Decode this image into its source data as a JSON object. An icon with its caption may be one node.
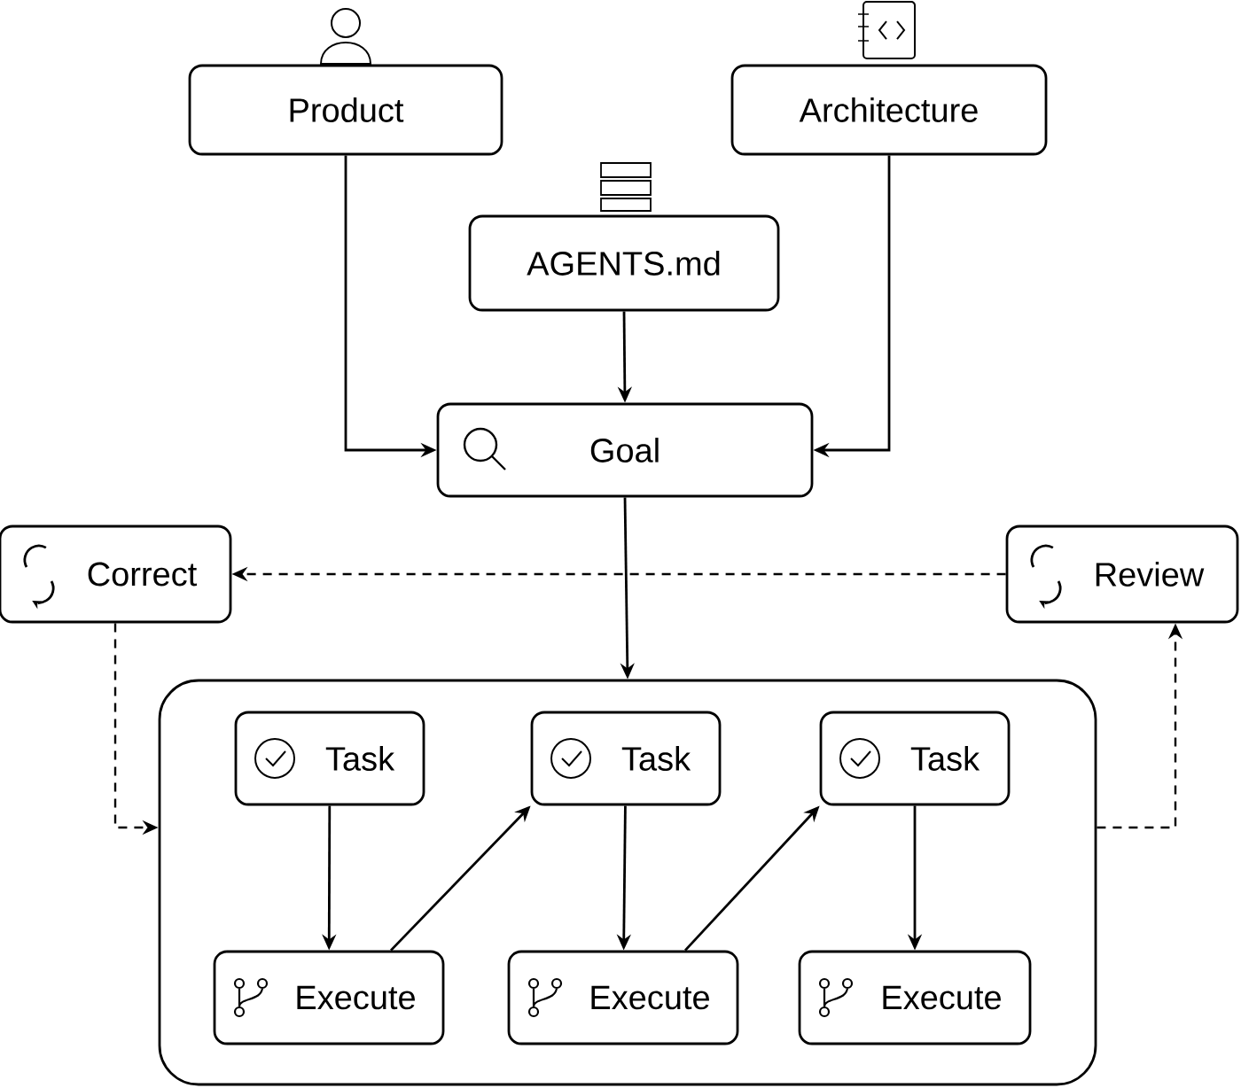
{
  "diagram": {
    "nodes": [
      {
        "text": [
          "Product"
        ]
      },
      {
        "text": [
          "Architecture"
        ]
      },
      {
        "text": [
          "AGENTS.md"
        ]
      },
      {
        "text": [
          "Goal"
        ]
      },
      {
        "text": [
          "Correct"
        ]
      },
      {
        "text": [
          "Review"
        ]
      },
      {
        "text": [],
        "shape": "box"
      },
      {
        "text": [
          "Task"
        ],
        "in": 6
      },
      {
        "text": [
          "Task"
        ],
        "in": 6
      },
      {
        "text": [
          "Task"
        ],
        "in": 6
      },
      {
        "text": [
          "Execute"
        ],
        "in": 6
      },
      {
        "text": [
          "Execute"
        ],
        "in": 6
      },
      {
        "text": [
          "Execute"
        ],
        "in": 6
      }
    ],
    "edges": [
      {
        "from": 0,
        "to": 3,
        "arrow": "to"
      },
      {
        "from": 1,
        "to": 3,
        "arrow": "to"
      },
      {
        "from": 2,
        "to": 3,
        "arrow": "to"
      },
      {
        "from": 3,
        "to": 6,
        "arrow": "to"
      },
      {
        "from": 5,
        "to": 4,
        "arrow": "to",
        "style": "dashed"
      },
      {
        "from": 4,
        "to": 6,
        "arrow": "to",
        "style": "dashed"
      },
      {
        "from": 6,
        "to": 5,
        "arrow": "to",
        "style": "dashed"
      },
      {
        "from": 7,
        "to": 10,
        "arrow": "to"
      },
      {
        "from": 10,
        "to": 8,
        "arrow": "to"
      },
      {
        "from": 8,
        "to": 11,
        "arrow": "to"
      },
      {
        "from": 11,
        "to": 9,
        "arrow": "to"
      },
      {
        "from": 9,
        "to": 12,
        "arrow": "to"
      }
    ]
  }
}
